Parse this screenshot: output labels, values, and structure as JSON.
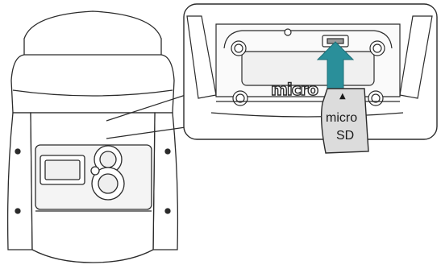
{
  "card": {
    "line1": "micro",
    "line2": "SD",
    "arrow_glyph": "▲"
  },
  "slot_logo": {
    "text": "micro"
  },
  "colors": {
    "insert_arrow": "#2a8f9a",
    "card_fill": "#dcdcdc",
    "outline": "#2b2b2b"
  },
  "icons": {
    "insert_direction": "arrow-up-icon",
    "card_orientation": "triangle-up-icon"
  }
}
